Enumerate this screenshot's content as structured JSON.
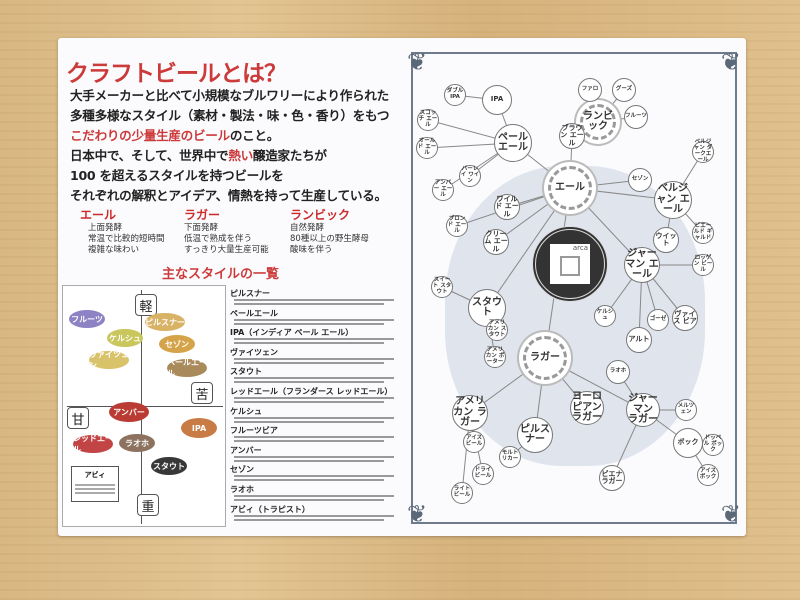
{
  "intro": {
    "title": "クラフトビールとは？",
    "lines": [
      "大手メーカーと比べて小規模なブルワリーにより作られた",
      "多種多様なスタイル（素材・製法・味・色・香り）をもつ"
    ],
    "line3_red": "こだわりの少量生産のビール",
    "line3_rest": "のこと。",
    "line4_a": "日本中で、そして、世界中で",
    "line4_red": "熱い",
    "line4_b": "醸造家たちが",
    "line5": "100 を超えるスタイルを持つビールを",
    "line6": "それぞれの解釈とアイデア、情熱を持って生産している。"
  },
  "categories": [
    {
      "name": "エール",
      "desc": [
        "上面発酵",
        "常温で比較的短時間",
        "複雑な味わい"
      ]
    },
    {
      "name": "ラガー",
      "desc": [
        "下面発酵",
        "低温で熟成を伴う",
        "すっきり大量生産可能"
      ]
    },
    {
      "name": "ランビック",
      "desc": [
        "自然発酵",
        "80種以上の野生酵母",
        "酸味を伴う"
      ]
    }
  ],
  "styles_heading": "主なスタイルの一覧",
  "axis": {
    "light": "軽",
    "bitter": "苦",
    "sweet": "甘",
    "heavy": "重"
  },
  "bubbles": [
    "フルーツ",
    "ケルシュ",
    "ヴァイツェン",
    "ピルスナー",
    "セゾン",
    "ペールエール",
    "アンバー",
    "レッドエール",
    "ラオホ",
    "IPA",
    "スタウト"
  ],
  "bubble_colors": [
    "#8c82c4",
    "#c9c65c",
    "#d8c26a",
    "#d8b366",
    "#d5a44a",
    "#a98a5a",
    "#b93b33",
    "#c24444",
    "#8d735f",
    "#c97b45",
    "#383838"
  ],
  "abbey_note": {
    "title": "アビィ"
  },
  "style_list": [
    "ピルスナー",
    "ペールエール",
    "IPA（インディア ペール エール）",
    "ヴァイツェン",
    "スタウト",
    "レッドエール（フランダース レッドエール）",
    "ケルシュ",
    "フルーツビア",
    "アンバー",
    "セゾン",
    "ラオホ",
    "アビィ（トラピスト）"
  ],
  "diagram": {
    "logo": "arca",
    "nodes": [
      "エール",
      "ラガー",
      "ランビック",
      "IPA",
      "ペール エール",
      "スタウト",
      "ジャーマン エール",
      "ベルジャン エール",
      "アメリカン ラガー",
      "ピルスナー",
      "ヨーロピアン ラガー",
      "ジャーマン ラガー",
      "ボック",
      "ファロ",
      "グーズ",
      "フルーツ",
      "ブラウン エール",
      "セゾン",
      "ウイット",
      "ワイルド エール",
      "クリーム エール",
      "ケルシュ",
      "ゴーゼ",
      "ヴァイス ビア",
      "アルト",
      "ラオホ",
      "メルツェン",
      "モルト リカー",
      "ドライ ビール",
      "ライト ビール",
      "アイス ビール",
      "ダブル IPA",
      "スコッチ エール",
      "オールド エール",
      "アンバー エール",
      "ブロンド エール",
      "スイート スタウト",
      "ロッゲン ビール",
      "ビエールド ギャルド",
      "ベルジャン ダークエール",
      "バーレイ ワイン",
      "アメリカン スタウト",
      "アメリカン ポーター",
      "ドッペル ボック",
      "アイス ボック",
      "ピエナ ラガー"
    ]
  }
}
